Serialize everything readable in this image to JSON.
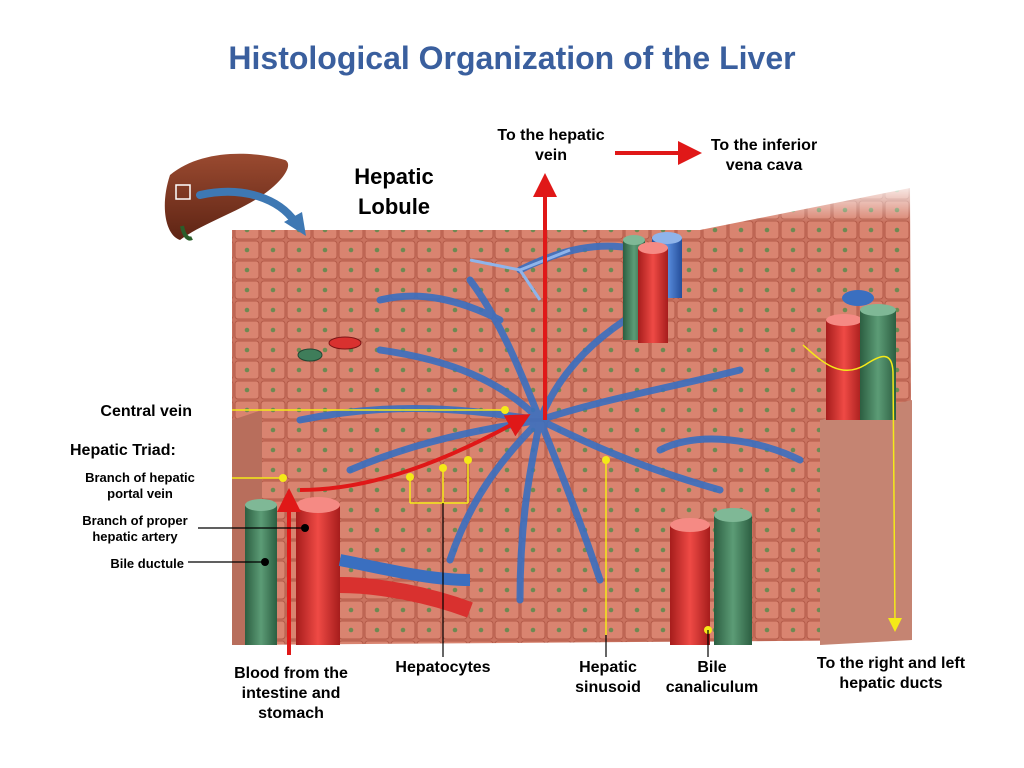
{
  "title": "Histological Organization of the Liver",
  "labels": {
    "hepatic_lobule": "Hepatic Lobule",
    "to_hepatic_vein": "To the hepatic vein",
    "to_ivc": "To the inferior vena cava",
    "central_vein": "Central vein",
    "hepatic_triad": "Hepatic Triad:",
    "portal_vein_branch": "Branch of hepatic portal vein",
    "artery_branch": "Branch of proper hepatic artery",
    "bile_ductule": "Bile ductule",
    "blood_from": "Blood from the intestine and stomach",
    "hepatocytes": "Hepatocytes",
    "sinusoid": "Hepatic sinusoid",
    "bile_canaliculum": "Bile canaliculum",
    "to_ducts": "To the right and left hepatic ducts"
  },
  "colors": {
    "title": "#3a5f9e",
    "tissue": "#c9725f",
    "vein": "#3a6fc0",
    "artery": "#d9312f",
    "bile": "#3f7d5a",
    "arrow": "#e01818",
    "pointer": "#f4ea18"
  },
  "icons": [
    "liver-icon",
    "curved-arrow-icon"
  ]
}
